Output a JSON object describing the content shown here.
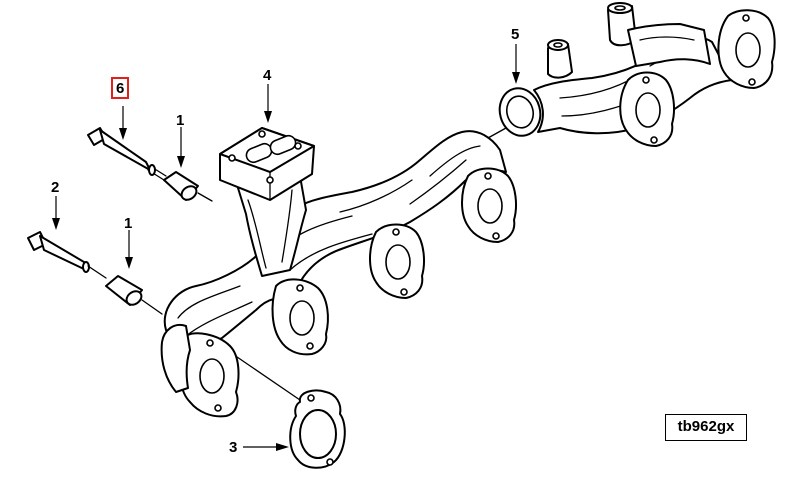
{
  "diagram": {
    "code": "tb962gx",
    "highlight_color": "#e0201b",
    "callouts": [
      {
        "id": "c6",
        "label": "6",
        "highlighted": true
      },
      {
        "id": "c1a",
        "label": "1",
        "highlighted": false
      },
      {
        "id": "c2",
        "label": "2",
        "highlighted": false
      },
      {
        "id": "c1b",
        "label": "1",
        "highlighted": false
      },
      {
        "id": "c4",
        "label": "4",
        "highlighted": false
      },
      {
        "id": "c5",
        "label": "5",
        "highlighted": false
      },
      {
        "id": "c3",
        "label": "3",
        "highlighted": false
      }
    ]
  }
}
